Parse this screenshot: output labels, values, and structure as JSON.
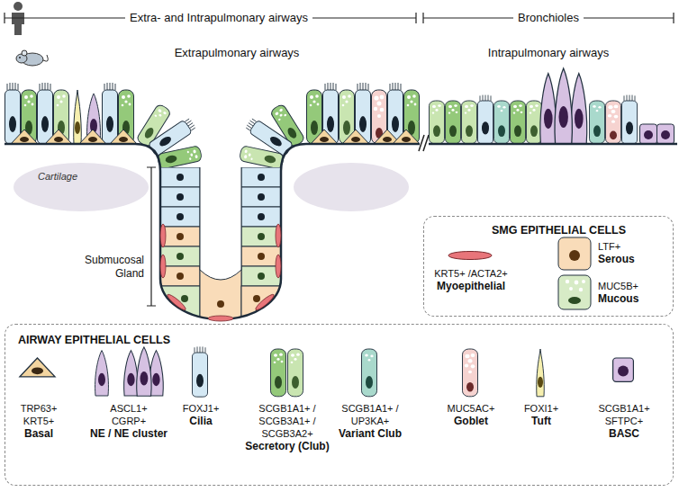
{
  "diagram": {
    "nodes": [
      {
        "text": [
          "Cartilage"
        ]
      },
      {
        "text": [
          "SMG EPITHELIAL CELLS"
        ]
      },
      {
        "text": [
          "KRT5+ /ACTA2+",
          "Myoepithelial"
        ],
        "in": 1
      },
      {
        "text": [
          "LTF+",
          "Serous"
        ],
        "in": 1
      },
      {
        "text": [
          "MUC5B+",
          "Mucous"
        ],
        "in": 1
      },
      {
        "text": [
          "AIRWAY EPITHELIAL CELLS"
        ]
      },
      {
        "text": [
          "TRP63+ KRT5+",
          "Basal"
        ],
        "in": 5
      },
      {
        "text": [
          "ASCL1+ CGRP+",
          "NE / NE cluster"
        ],
        "in": 5
      },
      {
        "text": [
          "FOXJ1+",
          "Cilia"
        ],
        "in": 5
      },
      {
        "text": [
          "SCGB1A1+ / SCGB3A1+ / SCGB3A2+",
          "Secretory (Club)"
        ],
        "in": 5
      },
      {
        "text": [
          "SCGB1A1+ / UP3KA+",
          "Variant Club"
        ],
        "in": 5
      },
      {
        "text": [
          "MUC5AC+",
          "Goblet"
        ],
        "in": 5
      },
      {
        "text": [
          "FOXI1+",
          "Tuft"
        ],
        "in": 5
      },
      {
        "text": [
          "SCGB1A1+ SFTPC+",
          "BASC"
        ],
        "in": 5
      }
    ],
    "labels": [
      "Extra- and Intrapulmonary airways",
      "Bronchioles",
      "Extrapulmonary airways",
      "Intrapulmonary airways",
      "Submucosal Gland"
    ]
  }
}
